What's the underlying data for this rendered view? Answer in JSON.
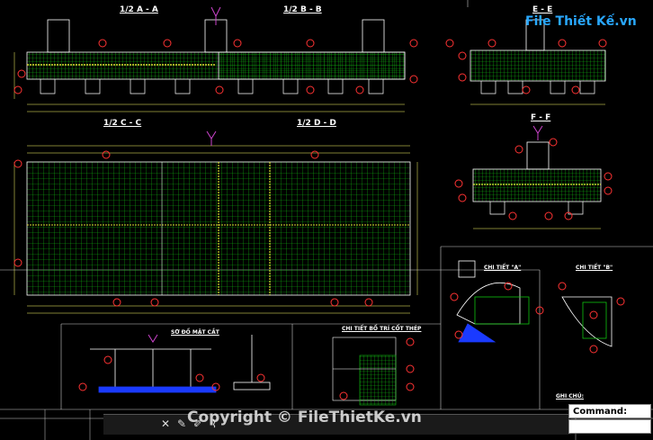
{
  "sections": {
    "aa": "1/2 A - A",
    "bb": "1/2 B - B",
    "ee": "E - E",
    "cc": "1/2 C - C",
    "dd": "1/2 D - D",
    "ff": "F - F",
    "chi_tiet_a": "CHI TIẾT \"A\"",
    "chi_tiet_b": "CHI TIẾT \"B\"",
    "so_do": "SƠ ĐỒ MẶT CẮT",
    "chi_tiet_bo": "CHI TIẾT BỐ TRÍ CỐT THÉP",
    "ghi_chu": "GHI CHÚ:"
  },
  "logo": {
    "text": "File Thiết Kế.vn",
    "color": "#29a8ff"
  },
  "watermark": "Copyright © FileThietKe.vn",
  "command": {
    "label": "Command:",
    "value": ""
  },
  "toolbar": {
    "icons": [
      "close-icon",
      "wrench-icon",
      "pencil-icon",
      "polyline-icon"
    ]
  },
  "colors": {
    "rebar": "#00cc00",
    "outline": "#ffffff",
    "callout": "#ff3333",
    "dimension": "#ffff66",
    "axis": "#cc44cc"
  }
}
